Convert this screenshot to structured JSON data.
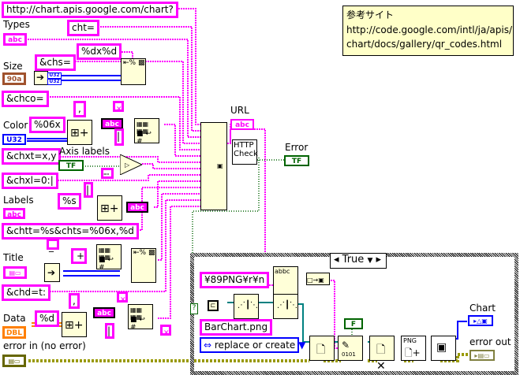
{
  "constants": {
    "base_url": "http://chart.apis.google.com/chart?",
    "cht": "cht=",
    "size_fmt": "%dx%d",
    "chs": "&chs=",
    "chco": "&chco=",
    "comma1": ",",
    "color_fmt": "%06x",
    "pipe1": "|",
    "chxt": "&chxt=x,y",
    "empty_str": "\"\"",
    "chxl": "&chxl=0:|",
    "pipe2": "|",
    "labels_fmt": "%s",
    "chtt": "&chtt=%s&chts=%06x,%d",
    "underscore": "_",
    "plus": "+",
    "chd": "&chd=t:",
    "comma2": ",",
    "data_fmt": "%d",
    "pipe3": "|",
    "png_header": "¥89PNG¥r¥n",
    "filename": "BarChart.png"
  },
  "controls": {
    "types_label": "Types",
    "types_term": "abc",
    "size_label": "Size",
    "size_term": "90a",
    "color_label": "Color",
    "color_term": "U32",
    "axis_labels_label": "Axis labels",
    "axis_term": "TF",
    "labels_label": "Labels",
    "labels_term": "abc",
    "title_label": "Title",
    "data_label": "Data",
    "data_term": "DBL",
    "error_in_label": "error in (no error)"
  },
  "indicators": {
    "url_label": "URL",
    "url_term": "abc",
    "error_label": "Error",
    "error_term": "TF",
    "chart_label": "Chart",
    "error_out_label": "error out"
  },
  "nodes": {
    "http_check": "HTTP\nCheck",
    "png_label": "PNG",
    "u32": "U32",
    "abc": "abc",
    "bool_false": "F"
  },
  "case_structure": {
    "selector_value": "True",
    "selector_arrow": "▼",
    "open_mode": "replace or create",
    "tunnel": "?"
  },
  "comment": {
    "title": "参考サイト",
    "line1": "http://code.google.com/intl/ja/apis/",
    "line2": "chart/docs/gallery/qr_codes.html"
  }
}
